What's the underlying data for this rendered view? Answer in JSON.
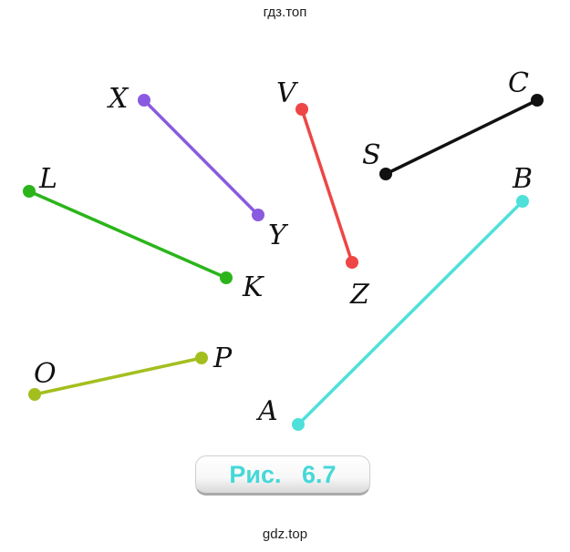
{
  "watermark_top": "гдз.топ",
  "watermark_bottom": "gdz.top",
  "caption": "Рис.   6.7",
  "colors": {
    "XY": "#8a5ae0",
    "VZ": "#ee4646",
    "SC": "#111111",
    "LK": "#2bb51b",
    "AB": "#4fe0da",
    "OP": "#a3bf1f"
  },
  "points": {
    "X": "X",
    "Y": "Y",
    "V": "V",
    "Z": "Z",
    "S": "S",
    "C": "C",
    "L": "L",
    "K": "K",
    "A": "A",
    "B": "B",
    "O": "O",
    "P": "P"
  }
}
